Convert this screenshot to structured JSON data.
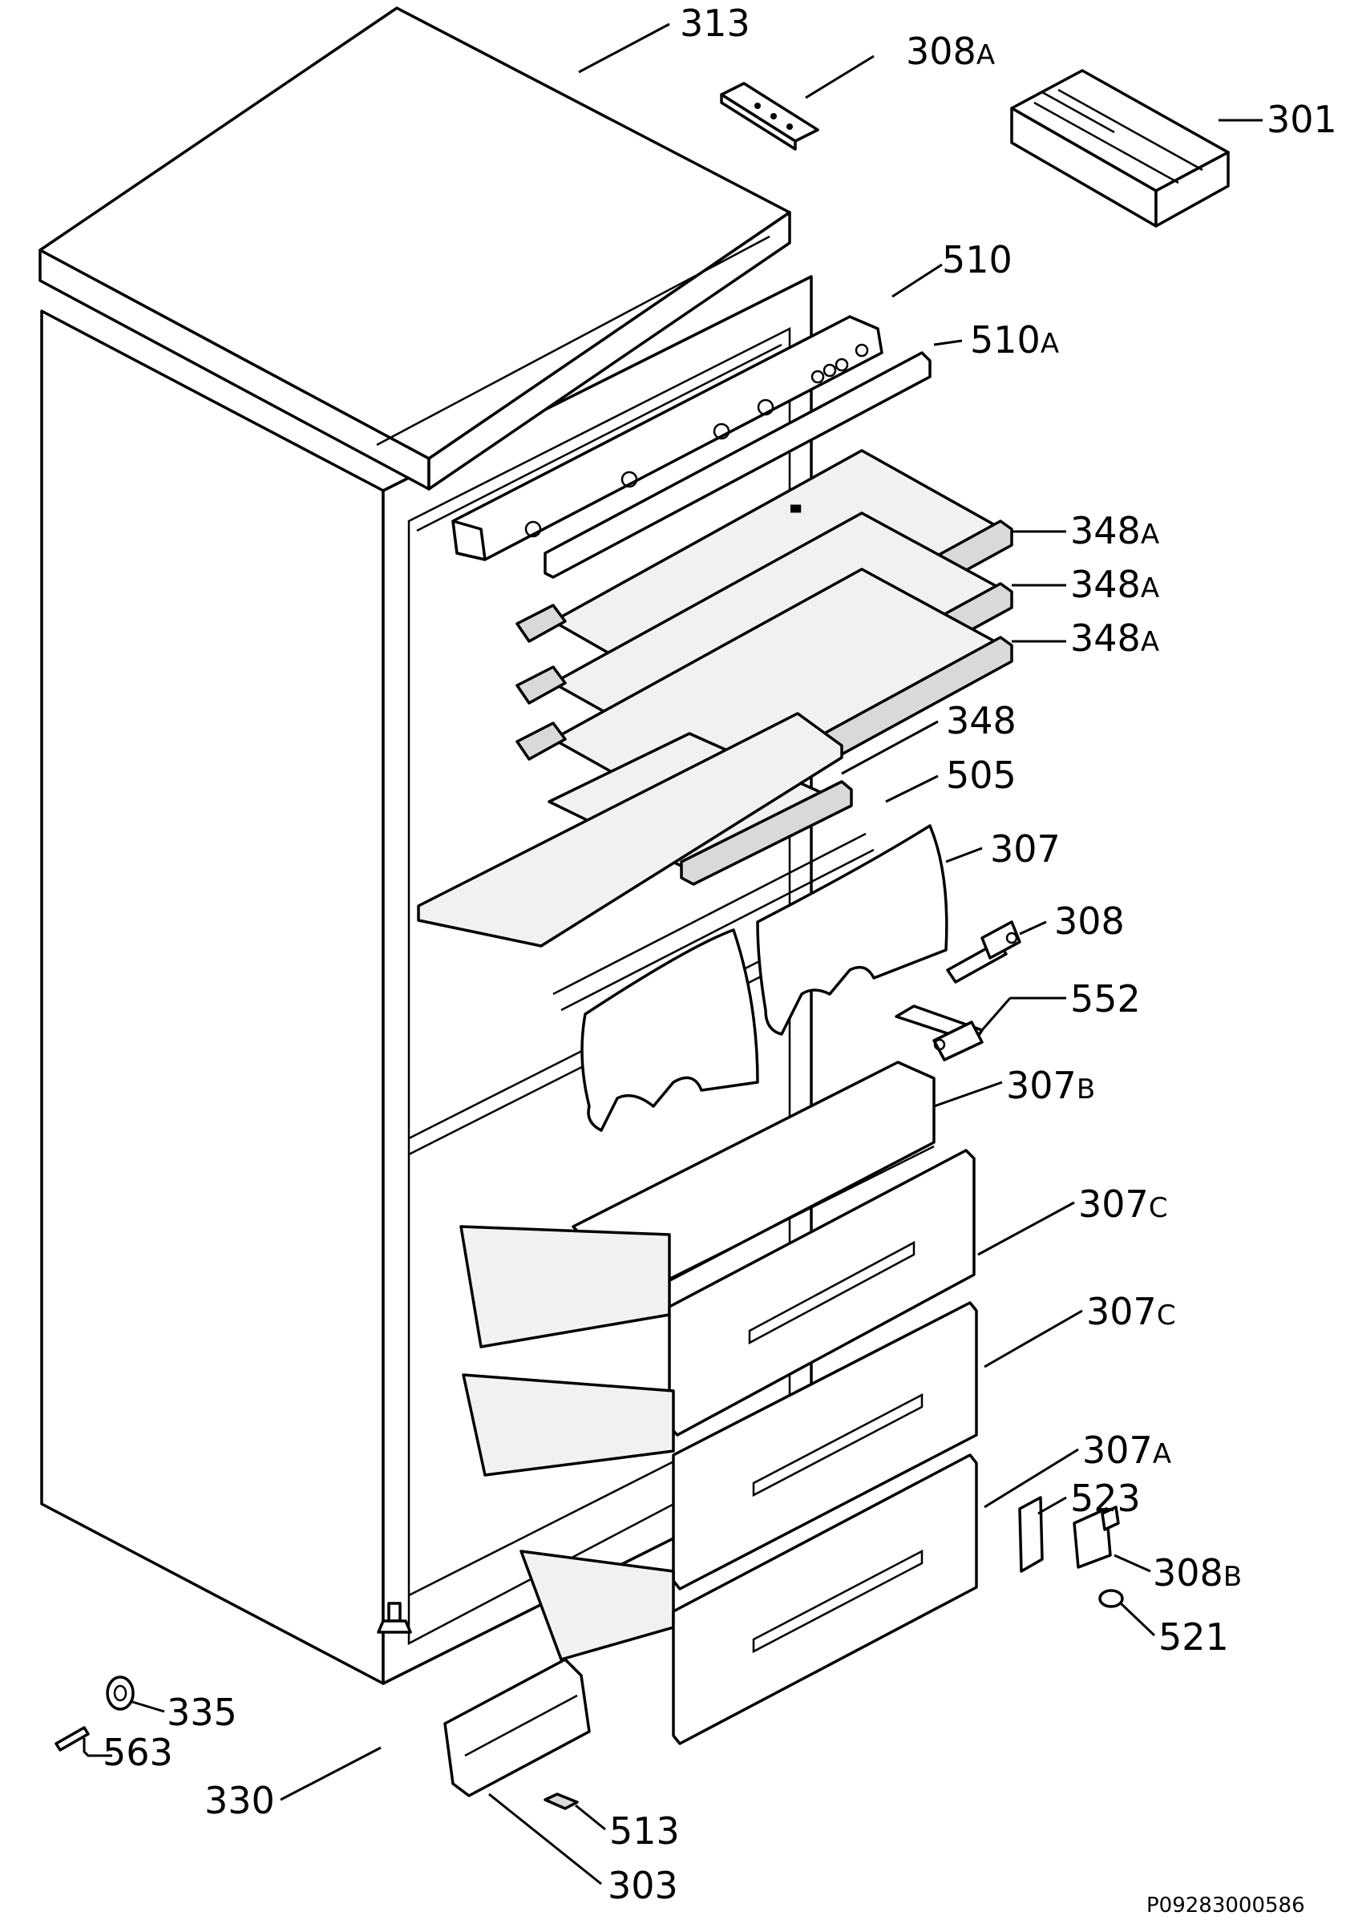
{
  "diagram": {
    "callouts": [
      {
        "id": "313",
        "text": "313",
        "suffix": ""
      },
      {
        "id": "308A",
        "text": "308",
        "suffix": "A"
      },
      {
        "id": "301",
        "text": "301",
        "suffix": ""
      },
      {
        "id": "510",
        "text": "510",
        "suffix": ""
      },
      {
        "id": "510A",
        "text": "510",
        "suffix": "A"
      },
      {
        "id": "348A-1",
        "text": "348",
        "suffix": "A"
      },
      {
        "id": "348A-2",
        "text": "348",
        "suffix": "A"
      },
      {
        "id": "348A-3",
        "text": "348",
        "suffix": "A"
      },
      {
        "id": "348",
        "text": "348",
        "suffix": ""
      },
      {
        "id": "505",
        "text": "505",
        "suffix": ""
      },
      {
        "id": "307",
        "text": "307",
        "suffix": ""
      },
      {
        "id": "308",
        "text": "308",
        "suffix": ""
      },
      {
        "id": "552",
        "text": "552",
        "suffix": ""
      },
      {
        "id": "307B",
        "text": "307",
        "suffix": "B"
      },
      {
        "id": "307C-1",
        "text": "307",
        "suffix": "C"
      },
      {
        "id": "307C-2",
        "text": "307",
        "suffix": "C"
      },
      {
        "id": "307A",
        "text": "307",
        "suffix": "A"
      },
      {
        "id": "523",
        "text": "523",
        "suffix": ""
      },
      {
        "id": "308B",
        "text": "308",
        "suffix": "B"
      },
      {
        "id": "521",
        "text": "521",
        "suffix": ""
      },
      {
        "id": "335",
        "text": "335",
        "suffix": ""
      },
      {
        "id": "563",
        "text": "563",
        "suffix": ""
      },
      {
        "id": "330",
        "text": "330",
        "suffix": ""
      },
      {
        "id": "513",
        "text": "513",
        "suffix": ""
      },
      {
        "id": "303",
        "text": "303",
        "suffix": ""
      }
    ],
    "drawing_code": "P09283000586"
  }
}
